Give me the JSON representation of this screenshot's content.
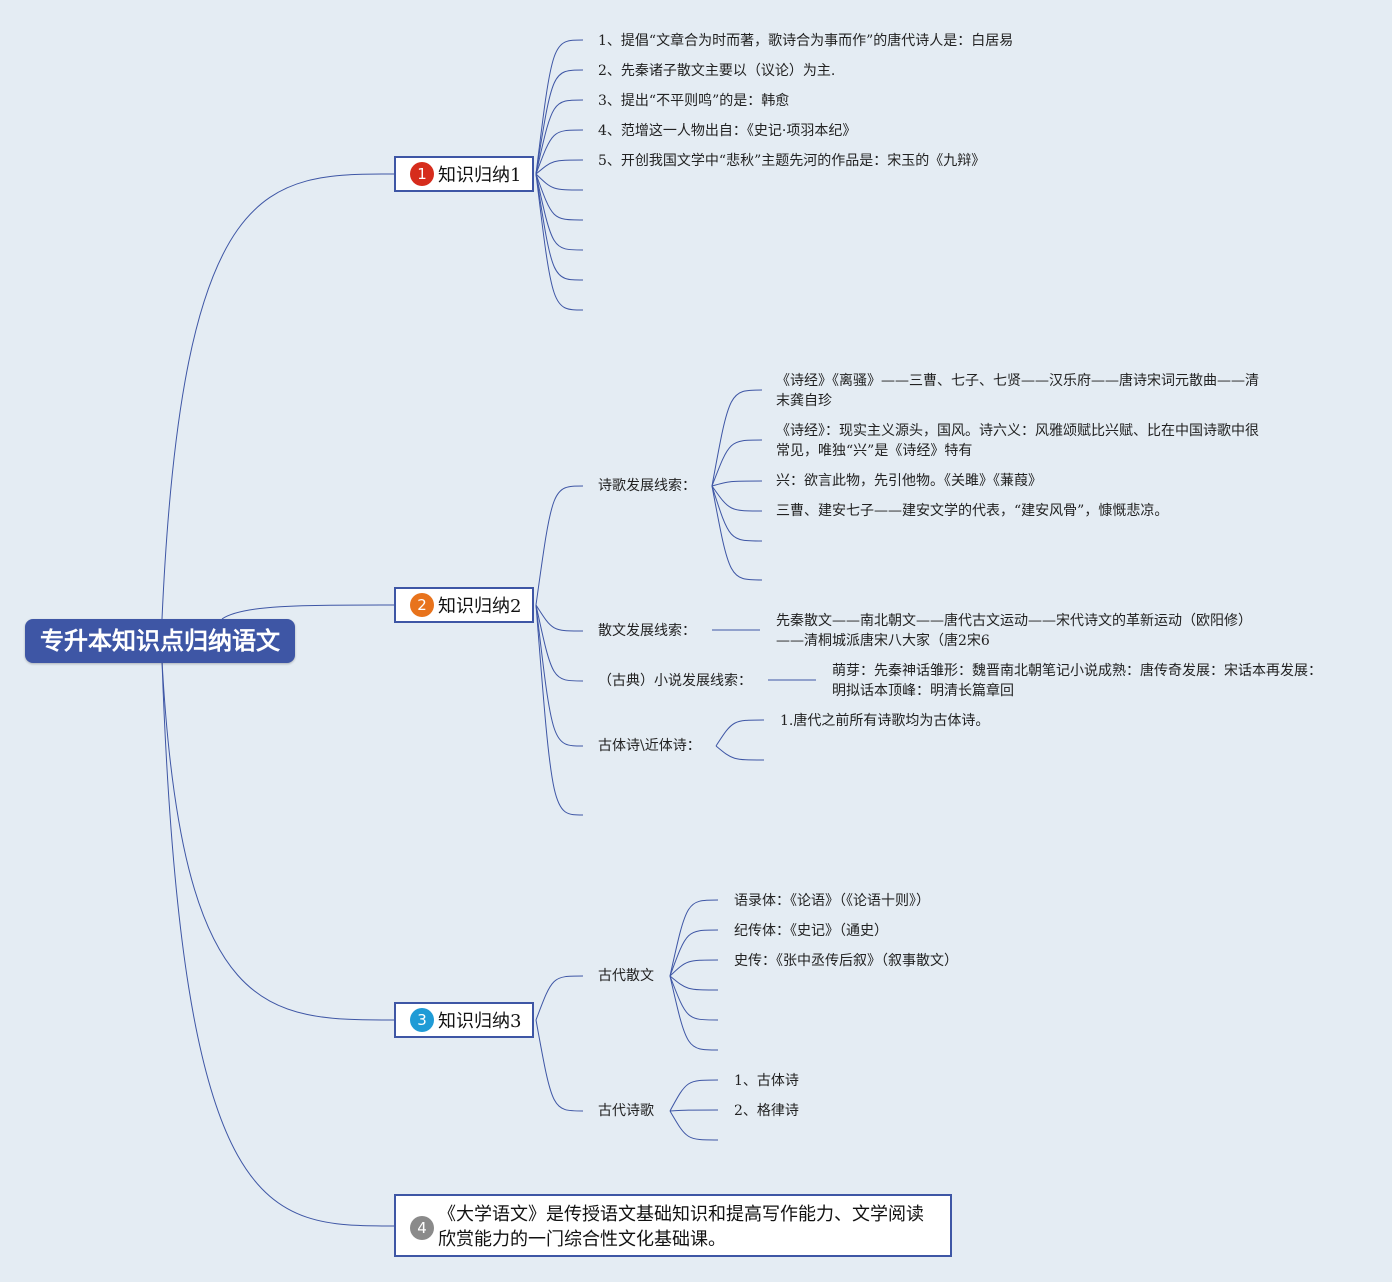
{
  "root": {
    "title": "专升本知识点归纳语文"
  },
  "colors": {
    "background": "#e4ecf3",
    "line": "#3e56a5",
    "root_fill": "#3e56a5",
    "badge1": "#d62c1c",
    "badge2": "#e8731c",
    "badge3": "#1f9bd6",
    "badge4": "#8a8a8a"
  },
  "topics": [
    {
      "badge": "1",
      "label": "知识归纳1",
      "items": [
        "1、提倡“文章合为时而著，歌诗合为事而作”的唐代诗人是：白居易",
        "2、先秦诸子散文主要以（议论）为主.",
        "3、提出“不平则鸣”的是：韩愈",
        "4、范增这一人物出自：《史记·项羽本纪》",
        "5、开创我国文学中“悲秋”主题先河的作品是：宋玉的《九辩》"
      ]
    },
    {
      "badge": "2",
      "label": "知识归纳2",
      "poetry": {
        "label": "诗歌发展线索：",
        "items": [
          "《诗经》《离骚》——三曹、七子、七贤——汉乐府——唐诗宋词元散曲——清末龚自珍",
          "《诗经》：现实主义源头，国风。诗六义：风雅颂赋比兴赋、比在中国诗歌中很常见，唯独“兴”是《诗经》特有",
          "兴：欲言此物，先引他物。《关雎》《蒹葭》",
          "三曹、建安七子——建安文学的代表，“建安风骨”，慷慨悲凉。"
        ]
      },
      "prose": {
        "label": "散文发展线索：",
        "text": "先秦散文——南北朝文——唐代古文运动——宋代诗文的革新运动（欧阳修）——清桐城派唐宋八大家（唐2宋6"
      },
      "fiction": {
        "label": "（古典）小说发展线索：",
        "text": "萌芽：先秦神话雏形：魏晋南北朝笔记小说成熟：唐传奇发展：宋话本再发展：明拟话本顶峰：明清长篇章回"
      },
      "ancient": {
        "label": "古体诗\\近体诗：",
        "items": [
          "1.唐代之前所有诗歌均为古体诗。"
        ]
      }
    },
    {
      "badge": "3",
      "label": "知识归纳3",
      "prose": {
        "label": "古代散文",
        "items": [
          "语录体：《论语》（《论语十则》）",
          "纪传体：《史记》（通史）",
          "史传：《张中丞传后叙》（叙事散文）"
        ]
      },
      "poetry": {
        "label": "古代诗歌",
        "items": [
          "1、古体诗",
          "2、格律诗"
        ]
      }
    },
    {
      "badge": "4",
      "text": "《大学语文》是传授语文基础知识和提高写作能力、文学阅读欣赏能力的一门综合性文化基础课。"
    }
  ]
}
